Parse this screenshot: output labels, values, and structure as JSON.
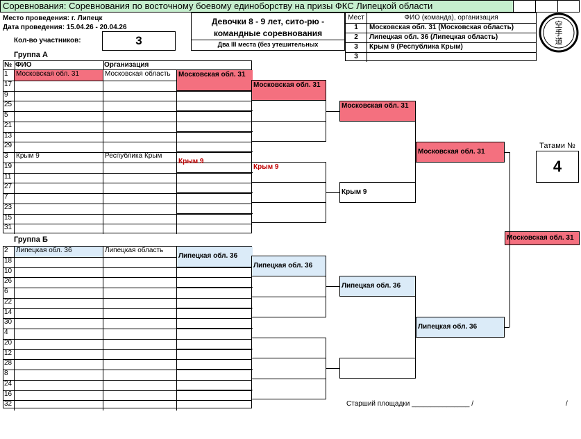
{
  "header": {
    "title": "Соревнования: Соревнования по восточному боевому единоборству на призы ФКС Липецкой области"
  },
  "info": {
    "venue": "Место проведения: г. Липецк",
    "dates": "Дата проведения: 15.04.26 - 20.04.26",
    "count_label": "Кол-во участников:",
    "count_value": "3"
  },
  "category": {
    "title_line1": "Девочки  8 - 9 лет,  сито-рю -",
    "title_line2": "командные соревнования",
    "subtitle": "Два III места (без утешительных"
  },
  "podium": {
    "col_place": "Мест",
    "col_name": "ФИО (команда), организация",
    "rows": [
      {
        "place": "1",
        "name": "Московская обл. 31  (Московская область)"
      },
      {
        "place": "2",
        "name": "Липецкая обл. 36  (Липецкая область)"
      },
      {
        "place": "3",
        "name": "Крым  9  (Республика Крым)"
      },
      {
        "place": "3",
        "name": ""
      }
    ]
  },
  "logo": {
    "icon": "karate-logo-icon",
    "glyphs": "空手道"
  },
  "group_a": {
    "title": "Группа А",
    "col_num": "№",
    "col_name": "ФИО",
    "col_org": "Организация",
    "rows": [
      {
        "num": "1",
        "name": "Московская обл. 31",
        "org": "Московская область"
      },
      {
        "num": "17",
        "name": "",
        "org": ""
      },
      {
        "num": "9",
        "name": "",
        "org": ""
      },
      {
        "num": "25",
        "name": "",
        "org": ""
      },
      {
        "num": "5",
        "name": "",
        "org": ""
      },
      {
        "num": "21",
        "name": "",
        "org": ""
      },
      {
        "num": "13",
        "name": "",
        "org": ""
      },
      {
        "num": "29",
        "name": "",
        "org": ""
      },
      {
        "num": "3",
        "name": "Крым  9",
        "org": "Республика Крым"
      },
      {
        "num": "19",
        "name": "",
        "org": ""
      },
      {
        "num": "11",
        "name": "",
        "org": ""
      },
      {
        "num": "27",
        "name": "",
        "org": ""
      },
      {
        "num": "7",
        "name": "",
        "org": ""
      },
      {
        "num": "23",
        "name": "",
        "org": ""
      },
      {
        "num": "15",
        "name": "",
        "org": ""
      },
      {
        "num": "31",
        "name": "",
        "org": ""
      }
    ]
  },
  "group_b": {
    "title": "Группа Б",
    "rows": [
      {
        "num": "2",
        "name": "Липецкая обл. 36",
        "org": "Липецкая область"
      },
      {
        "num": "18",
        "name": "",
        "org": ""
      },
      {
        "num": "10",
        "name": "",
        "org": ""
      },
      {
        "num": "26",
        "name": "",
        "org": ""
      },
      {
        "num": "6",
        "name": "",
        "org": ""
      },
      {
        "num": "22",
        "name": "",
        "org": ""
      },
      {
        "num": "14",
        "name": "",
        "org": ""
      },
      {
        "num": "30",
        "name": "",
        "org": ""
      },
      {
        "num": "4",
        "name": "",
        "org": ""
      },
      {
        "num": "20",
        "name": "",
        "org": ""
      },
      {
        "num": "12",
        "name": "",
        "org": ""
      },
      {
        "num": "28",
        "name": "",
        "org": ""
      },
      {
        "num": "8",
        "name": "",
        "org": ""
      },
      {
        "num": "24",
        "name": "",
        "org": ""
      },
      {
        "num": "16",
        "name": "",
        "org": ""
      },
      {
        "num": "32",
        "name": "",
        "org": ""
      }
    ]
  },
  "bracket": {
    "a_r1_1": "Московская обл. 31",
    "a_r1_3": "Крым  9",
    "a_r2_1": "Московская обл. 31",
    "a_r2_2": "Крым  9",
    "a_r3_1": "Московская обл. 31",
    "a_r3_2": "Крым  9",
    "a_final": "Московская обл. 31",
    "b_r1_1": "Липецкая обл. 36",
    "b_r2_1": "Липецкая обл. 36",
    "b_r3_1": "Липецкая обл. 36",
    "b_final": "Липецкая обл. 36",
    "champion": "Московская обл. 31"
  },
  "tatami": {
    "label": "Татами №",
    "value": "4"
  },
  "footer": {
    "text": "Старший площадки _______________  /",
    "slash": "/"
  },
  "colors": {
    "winner_pink": "#f4707f",
    "team_blue": "#dbebf8",
    "header_green": "#c6efce",
    "red_text": "#c00000"
  }
}
